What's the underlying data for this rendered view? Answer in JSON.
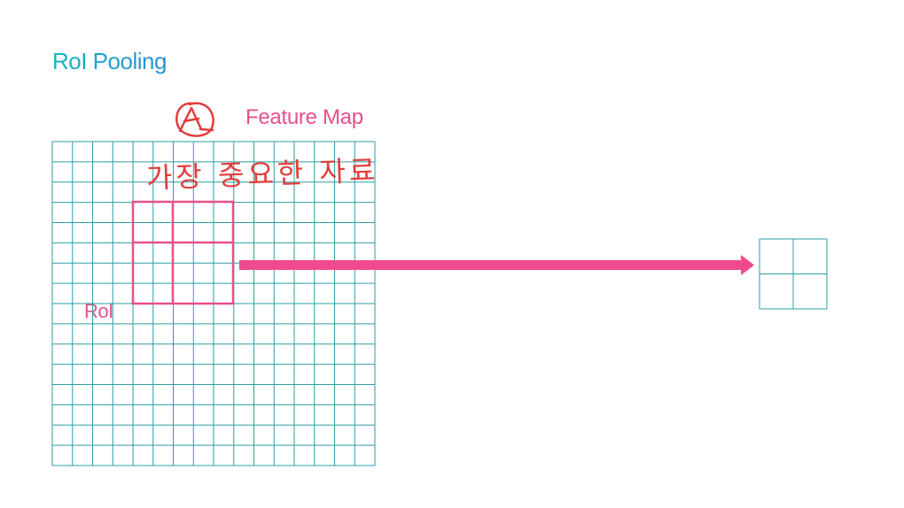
{
  "slide": {
    "title": "RoI Pooling"
  },
  "feature_map": {
    "label": "Feature Map",
    "rows": 16,
    "cols": 16
  },
  "roi": {
    "label": "RoI",
    "pool_grid": "2x2"
  },
  "output": {
    "rows": 2,
    "cols": 2
  },
  "annotation": {
    "mark": "A",
    "handwritten_note": "가장 중요한 자료"
  },
  "colors": {
    "grid": "#2a9ea4",
    "roi": "#e8508a",
    "arrow": "#ef4a8c",
    "title": "#1aa7c9",
    "annotation": "#e23d3d"
  }
}
